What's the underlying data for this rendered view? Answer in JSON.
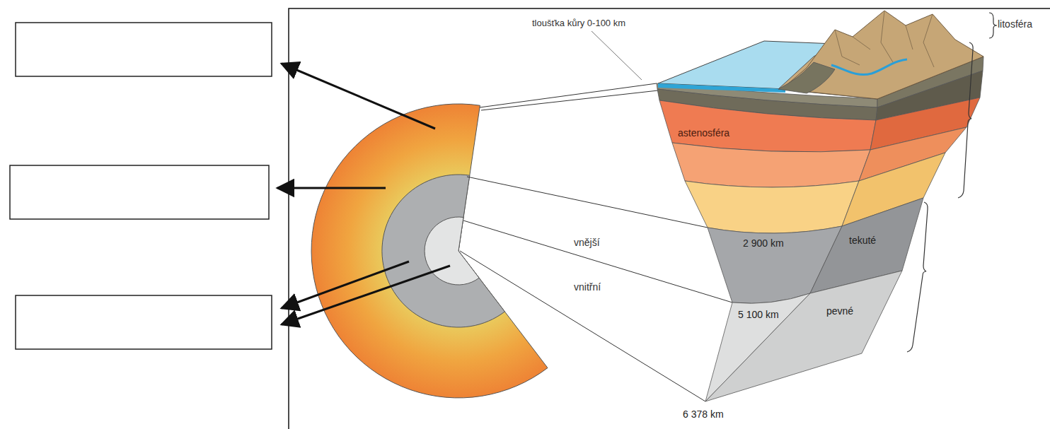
{
  "diagram": {
    "labels": [
      "tloušťka kůry 0-100 km",
      "litosféra",
      "astenosféra",
      "vnější",
      "vnitřní",
      "2 900 km",
      "tekuté",
      "5 100 km",
      "pevné",
      "6 378 km"
    ]
  }
}
